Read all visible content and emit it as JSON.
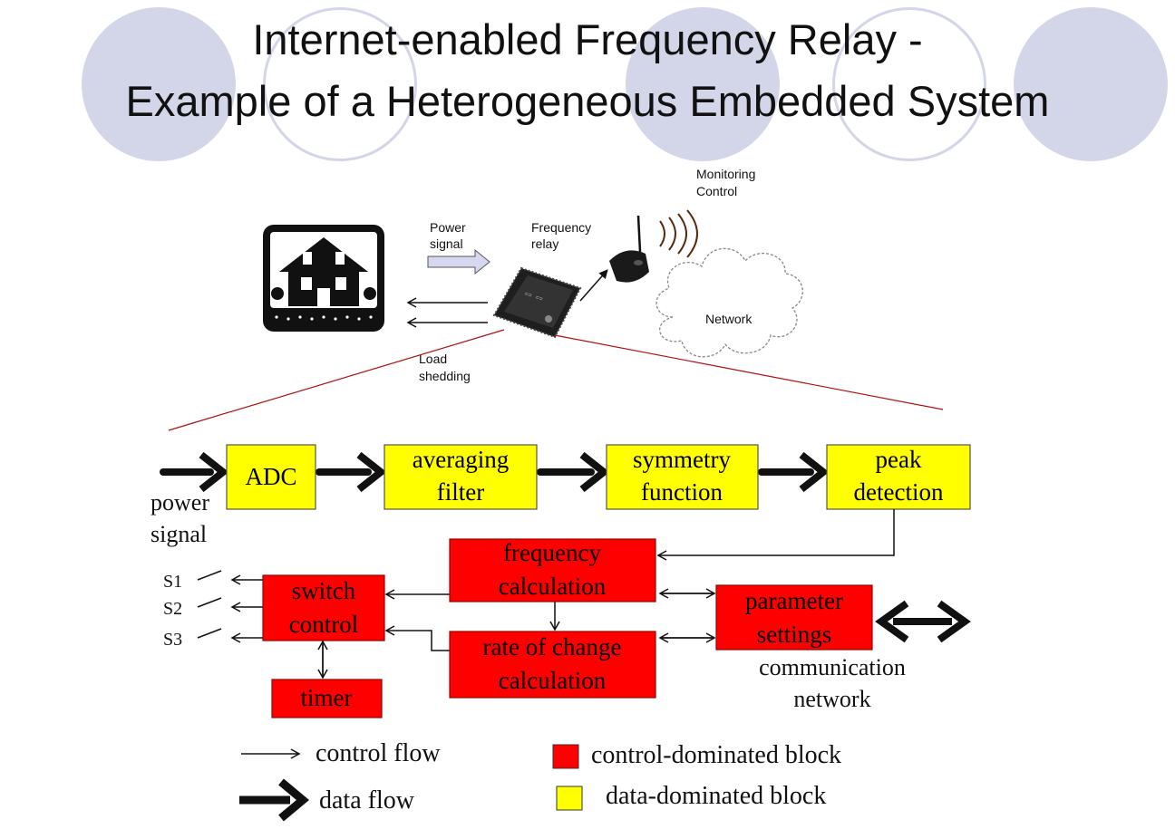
{
  "slide": {
    "title_line1": "Internet-enabled Frequency Relay -",
    "title_line2": "Example of a Heterogeneous Embedded System"
  },
  "illustration": {
    "power_signal": "Power signal",
    "frequency_relay": "Frequency relay",
    "monitoring_control": "Monitoring Control",
    "network": "Network",
    "load_shedding": "Load shedding"
  },
  "blocks": {
    "adc": "ADC",
    "averaging_filter": [
      "averaging",
      "filter"
    ],
    "symmetry_function": [
      "symmetry",
      "function"
    ],
    "peak_detection": [
      "peak",
      "detection"
    ],
    "frequency_calculation": [
      "frequency",
      "calculation"
    ],
    "rate_of_change": [
      "rate of change",
      "calculation"
    ],
    "switch_control": [
      "switch",
      "control"
    ],
    "parameter_settings": [
      "parameter",
      "settings"
    ],
    "timer": "timer"
  },
  "labels": {
    "power_signal": [
      "power",
      "signal"
    ],
    "communication_network": [
      "communication",
      "network"
    ],
    "switches": [
      "S1",
      "S2",
      "S3"
    ]
  },
  "legend": {
    "control_flow": "control flow",
    "data_flow": "data flow",
    "control_block": "control-dominated block",
    "data_block": "data-dominated block"
  },
  "colors": {
    "control_block": "#ff0000",
    "data_block": "#ffff00",
    "decor_circle": "#d3d5e8",
    "zoom_line": "#b01010"
  }
}
